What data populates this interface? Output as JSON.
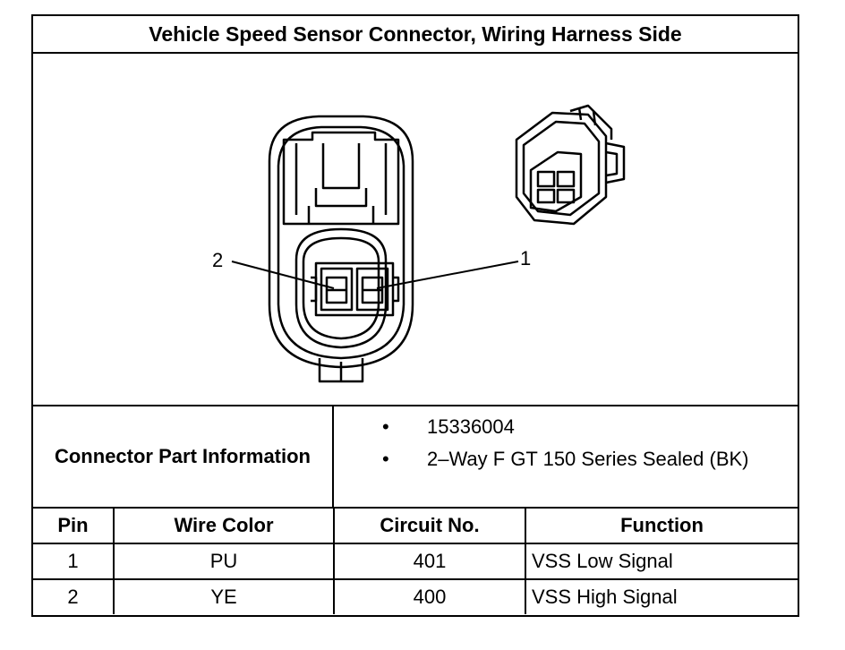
{
  "title": "Vehicle Speed Sensor Connector, Wiring Harness Side",
  "figure": {
    "callouts": [
      {
        "label": "2"
      },
      {
        "label": "1"
      }
    ]
  },
  "part_info": {
    "heading": "Connector Part Information",
    "bullets": [
      "15336004",
      "2–Way F GT 150 Series Sealed (BK)"
    ],
    "bullet_glyph": "•"
  },
  "pin_table": {
    "headers": [
      "Pin",
      "Wire Color",
      "Circuit No.",
      "Function"
    ],
    "rows": [
      {
        "pin": "1",
        "wire_color": "PU",
        "circuit": "401",
        "function": "VSS Low Signal"
      },
      {
        "pin": "2",
        "wire_color": "YE",
        "circuit": "400",
        "function": "VSS High Signal"
      }
    ]
  }
}
